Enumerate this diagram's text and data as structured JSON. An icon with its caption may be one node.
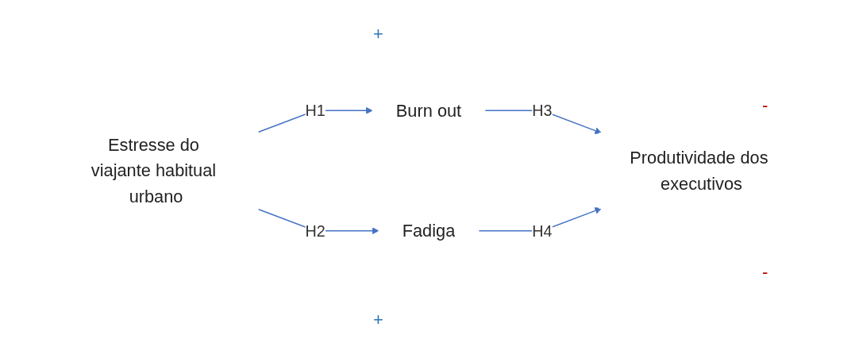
{
  "diagram": {
    "nodes": [
      {
        "text": [
          "Estresse do viajante habitual urbano"
        ]
      },
      {
        "text": [
          "Burn out"
        ]
      },
      {
        "text": [
          "Fadiga"
        ]
      },
      {
        "text": [
          "Produtividade dos executivos"
        ]
      }
    ],
    "edges": [
      {
        "from": 0,
        "to": 1,
        "arrow": "to",
        "label": "H1"
      },
      {
        "from": 0,
        "to": 2,
        "arrow": "to",
        "label": "H2"
      },
      {
        "from": 1,
        "to": 3,
        "arrow": "to",
        "label": "H3"
      },
      {
        "from": 2,
        "to": 3,
        "arrow": "to",
        "label": "H4"
      }
    ],
    "labels": [
      "+",
      "-",
      "-",
      "+"
    ]
  }
}
